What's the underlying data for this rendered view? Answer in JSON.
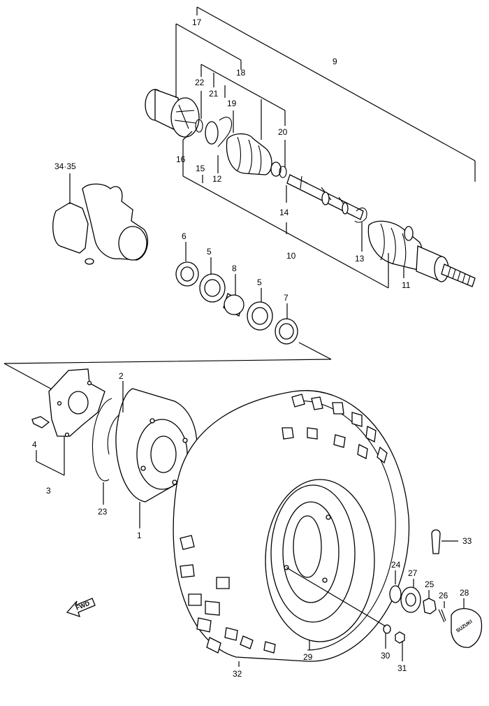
{
  "labels": {
    "l1": "1",
    "l2": "2",
    "l3": "3",
    "l4": "4",
    "l5a": "5",
    "l5b": "5",
    "l6": "6",
    "l7": "7",
    "l8": "8",
    "l9": "9",
    "l10": "10",
    "l11": "11",
    "l12": "12",
    "l13": "13",
    "l14": "14",
    "l15": "15",
    "l16": "16",
    "l17": "17",
    "l18": "18",
    "l19": "19",
    "l20": "20",
    "l21": "21",
    "l22": "22",
    "l23": "23",
    "l24": "24",
    "l25": "25",
    "l26": "26",
    "l27": "27",
    "l28": "28",
    "l29": "29",
    "l30": "30",
    "l31": "31",
    "l32": "32",
    "l33": "33",
    "l34_35": "34·35"
  },
  "fwd_marker": "FWD",
  "cap_marking": "SUZUKI"
}
